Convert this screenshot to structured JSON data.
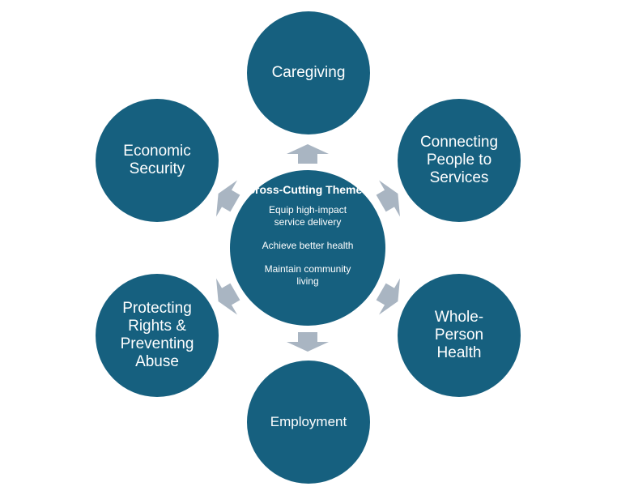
{
  "colors": {
    "circle": "#16607f",
    "arrow": "#a9b5c2",
    "text": "#ffffff"
  },
  "center": {
    "title": "Cross-Cutting Themes",
    "items": [
      "Equip high-impact service delivery",
      "Achieve better health",
      "Maintain community living"
    ]
  },
  "nodes": [
    {
      "label": "Caregiving"
    },
    {
      "label": "Connecting People to Services"
    },
    {
      "label": "Whole-Person Health"
    },
    {
      "label": "Employment"
    },
    {
      "label": "Protecting Rights & Preventing Abuse"
    },
    {
      "label": "Economic Security"
    }
  ]
}
